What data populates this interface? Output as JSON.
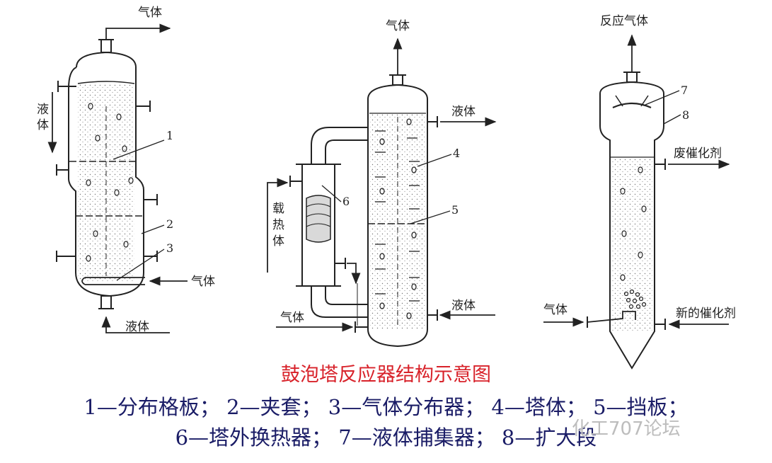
{
  "labels": {
    "gas": "气体",
    "liquid": "液体",
    "liquid_v1": "液",
    "liquid_v2": "体",
    "carrier1": "载",
    "carrier2": "热",
    "carrier3": "体",
    "reaction_gas": "反应气体",
    "spent_catalyst": "废催化剂",
    "new_catalyst": "新的催化剂"
  },
  "numbers": {
    "n1": "1",
    "n2": "2",
    "n3": "3",
    "n4": "4",
    "n5": "5",
    "n6": "6",
    "n7": "7",
    "n8": "8"
  },
  "caption": {
    "title": "鼓泡塔反应器结构示意图",
    "legend_line1": "1—分布格板； 2—夹套； 3—气体分布器； 4—塔体； 5—挡板；",
    "legend_line2": "6—塔外换热器； 7—液体捕集器； 8—扩大段"
  },
  "watermark": "化工707论坛",
  "colors": {
    "title": "#d8222a",
    "legend": "#1a1c66",
    "line": "#222222",
    "watermark": "#bdbdbd"
  }
}
